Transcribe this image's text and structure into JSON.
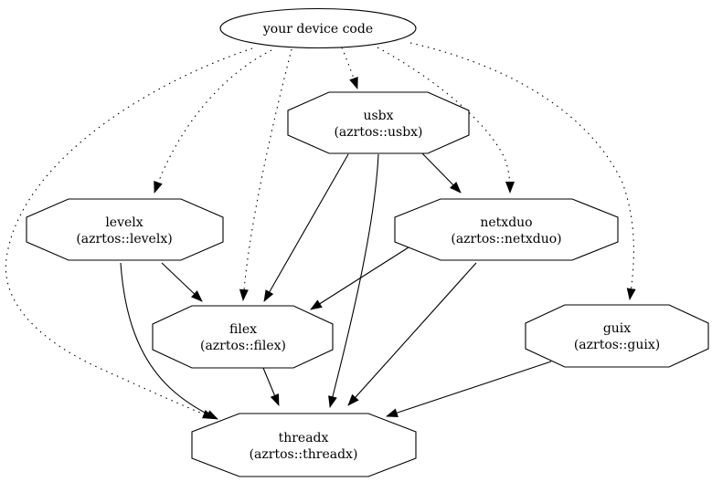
{
  "graph": {
    "background_color": "#ffffff",
    "stroke_color": "#000000",
    "text_color": "#000000",
    "nodes": {
      "device": {
        "label": "your device code",
        "shape": "ellipse"
      },
      "usbx": {
        "title": "usbx",
        "subtitle": "(azrtos::usbx)",
        "shape": "octagon"
      },
      "levelx": {
        "title": "levelx",
        "subtitle": "(azrtos::levelx)",
        "shape": "octagon"
      },
      "netxduo": {
        "title": "netxduo",
        "subtitle": "(azrtos::netxduo)",
        "shape": "octagon"
      },
      "filex": {
        "title": "filex",
        "subtitle": "(azrtos::filex)",
        "shape": "octagon"
      },
      "guix": {
        "title": "guix",
        "subtitle": "(azrtos::guix)",
        "shape": "octagon"
      },
      "threadx": {
        "title": "threadx",
        "subtitle": "(azrtos::threadx)",
        "shape": "octagon"
      }
    },
    "edges": [
      {
        "from": "your device code",
        "to": "usbx",
        "style": "dotted"
      },
      {
        "from": "your device code",
        "to": "levelx",
        "style": "dotted"
      },
      {
        "from": "your device code",
        "to": "filex",
        "style": "dotted"
      },
      {
        "from": "your device code",
        "to": "netxduo",
        "style": "dotted"
      },
      {
        "from": "your device code",
        "to": "guix",
        "style": "dotted"
      },
      {
        "from": "your device code",
        "to": "threadx",
        "style": "dotted"
      },
      {
        "from": "usbx",
        "to": "netxduo",
        "style": "solid"
      },
      {
        "from": "usbx",
        "to": "filex",
        "style": "solid"
      },
      {
        "from": "usbx",
        "to": "threadx",
        "style": "solid"
      },
      {
        "from": "levelx",
        "to": "filex",
        "style": "solid"
      },
      {
        "from": "levelx",
        "to": "threadx",
        "style": "solid"
      },
      {
        "from": "netxduo",
        "to": "filex",
        "style": "solid"
      },
      {
        "from": "netxduo",
        "to": "threadx",
        "style": "solid"
      },
      {
        "from": "filex",
        "to": "threadx",
        "style": "solid"
      },
      {
        "from": "guix",
        "to": "threadx",
        "style": "solid"
      }
    ]
  }
}
